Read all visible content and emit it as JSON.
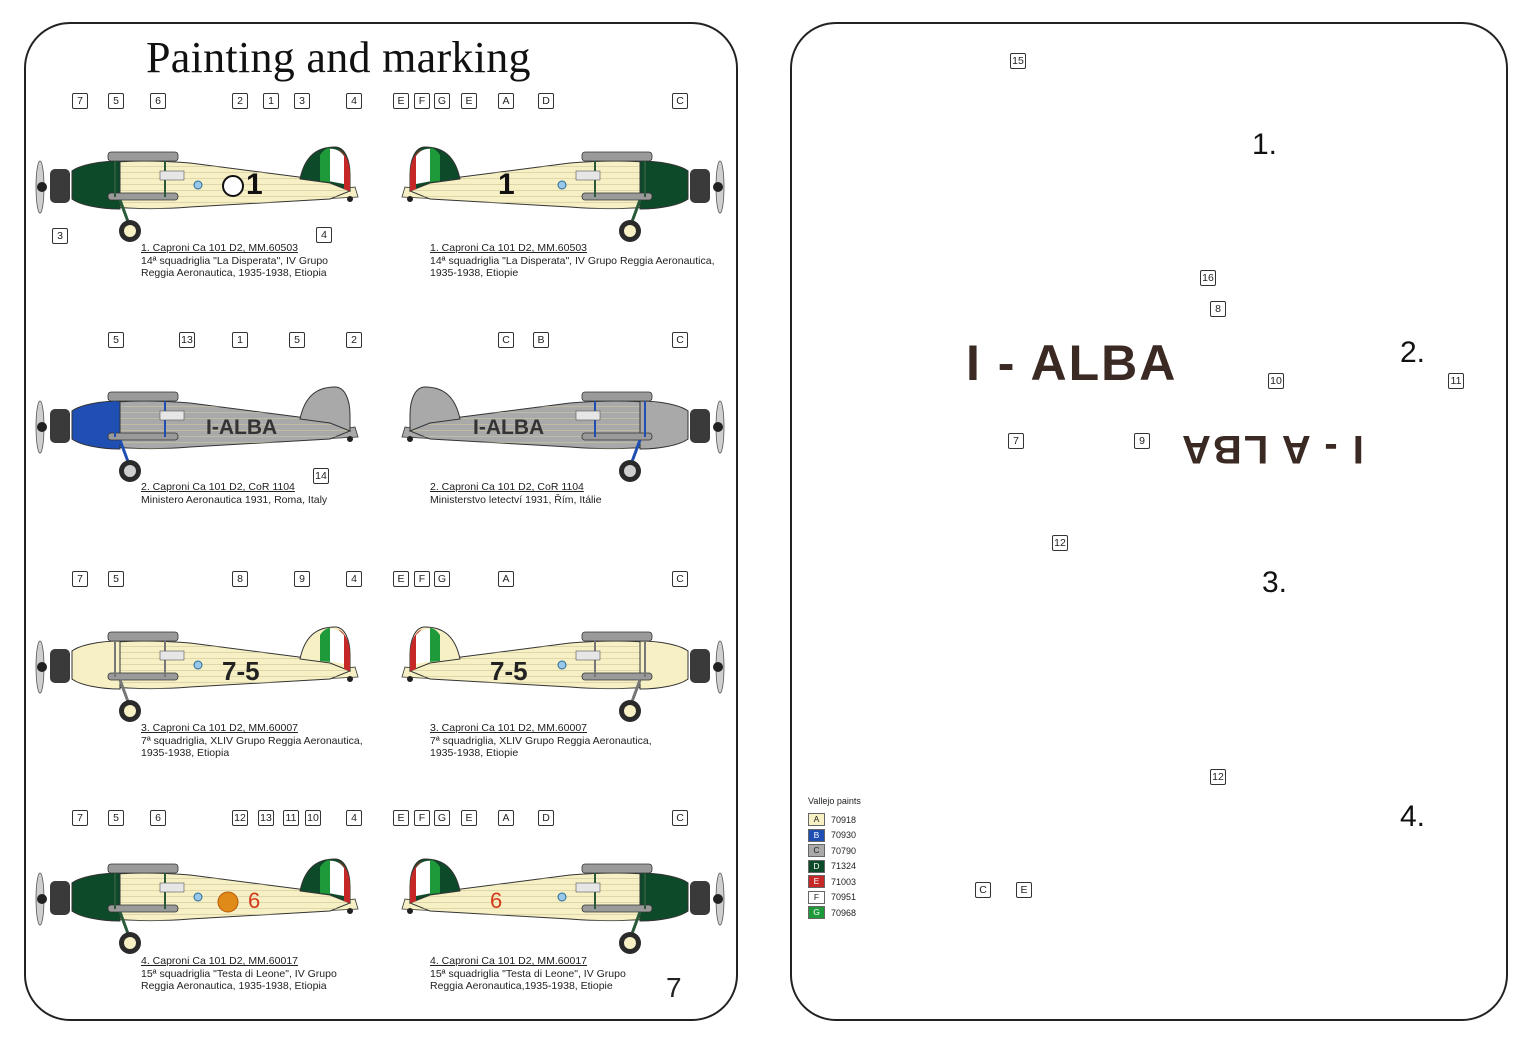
{
  "left_page": {
    "title": "Painting and marking",
    "page_number": "7",
    "rows": [
      {
        "left": {
          "callouts_top": [
            "7",
            "5",
            "6",
            "2",
            "1",
            "3",
            "4"
          ],
          "callouts_bottom": [
            "3",
            "4"
          ],
          "marking": "1",
          "caption_title": "1. Caproni Ca 101 D2, MM.60503",
          "caption_lines": [
            "14ª squadriglia \"La Disperata\", IV Grupo",
            "Reggia Aeronautica, 1935-1938, Etiopia"
          ]
        },
        "right": {
          "callouts_top": [
            "E",
            "F",
            "G",
            "E",
            "A",
            "D",
            "C"
          ],
          "marking": "1",
          "caption_title": "1. Caproni Ca 101 D2, MM.60503",
          "caption_lines": [
            "14ª squadriglia \"La Disperata\", IV Grupo  Reggia Aeronautica,",
            "1935-1938, Etiopie"
          ]
        }
      },
      {
        "left": {
          "callouts_top": [
            "5",
            "13",
            "1",
            "5",
            "2"
          ],
          "callouts_bottom": [
            "14"
          ],
          "marking": "I-ALBA",
          "caption_title": "2. Caproni Ca 101 D2, CoR 1104",
          "caption_lines": [
            "Ministero Aeronautica 1931, Roma, Italy"
          ]
        },
        "right": {
          "callouts_top": [
            "C",
            "B",
            "C"
          ],
          "marking": "I-ALBA",
          "caption_title": "2. Caproni Ca 101 D2, CoR 1104",
          "caption_lines": [
            "Ministerstvo letectví 1931, Řím, Itálie"
          ]
        }
      },
      {
        "left": {
          "callouts_top": [
            "7",
            "5",
            "8",
            "9",
            "4"
          ],
          "marking": "7-5",
          "caption_title": "3. Caproni Ca 101 D2, MM.60007",
          "caption_lines": [
            "7ª squadriglia, XLIV Grupo Reggia Aeronautica,",
            "1935-1938, Etiopia"
          ]
        },
        "right": {
          "callouts_top": [
            "E",
            "F",
            "G",
            "A",
            "C"
          ],
          "marking": "7-5",
          "caption_title": "3. Caproni Ca 101 D2, MM.60007",
          "caption_lines": [
            "7ª squadriglia, XLIV Grupo Reggia Aeronautica,",
            "1935-1938, Etiopie"
          ]
        }
      },
      {
        "left": {
          "callouts_top": [
            "7",
            "5",
            "6",
            "12",
            "13",
            "11",
            "10",
            "4"
          ],
          "marking": "6",
          "caption_title": "4. Caproni Ca 101 D2, MM.60017",
          "caption_lines": [
            "15ª squadriglia \"Testa di Leone\", IV Grupo",
            "Reggia Aeronautica,   1935-1938, Etiopia"
          ]
        },
        "right": {
          "callouts_top": [
            "E",
            "F",
            "G",
            "E",
            "A",
            "D",
            "C"
          ],
          "marking": "6",
          "caption_title": "4. Caproni Ca 101 D2, MM.60017",
          "caption_lines": [
            "15ª squadriglia \"Testa di Leone\", IV Grupo",
            "Reggia Aeronautica,1935-1938, Etiopie"
          ]
        }
      }
    ]
  },
  "right_page": {
    "row_numbers": [
      "1.",
      "2.",
      "3.",
      "4."
    ],
    "callouts": [
      "15",
      "16",
      "8",
      "7",
      "9",
      "10",
      "11",
      "12",
      "12",
      "C",
      "E"
    ],
    "wing_marking_top": "I - ALBA",
    "wing_marking_bottom": "I - A LBA",
    "legend": {
      "title": "Vallejo paints",
      "items": [
        {
          "key": "A",
          "code": "70918",
          "color": "#f6f0c4"
        },
        {
          "key": "B",
          "code": "70930",
          "color": "#1f4fb3"
        },
        {
          "key": "C",
          "code": "70790",
          "color": "#a9a9a9"
        },
        {
          "key": "D",
          "code": "71324",
          "color": "#0d4a2a"
        },
        {
          "key": "E",
          "code": "71003",
          "color": "#c62828"
        },
        {
          "key": "F",
          "code": "70951",
          "color": "#ffffff"
        },
        {
          "key": "G",
          "code": "70968",
          "color": "#1f9a3a"
        }
      ]
    }
  },
  "colors": {
    "cream": "#f6f0c4",
    "green": "#0d4a2a",
    "blue": "#1f4fb3",
    "grey": "#a9a9a9",
    "red": "#c62828",
    "bright_green": "#1f9a3a"
  }
}
